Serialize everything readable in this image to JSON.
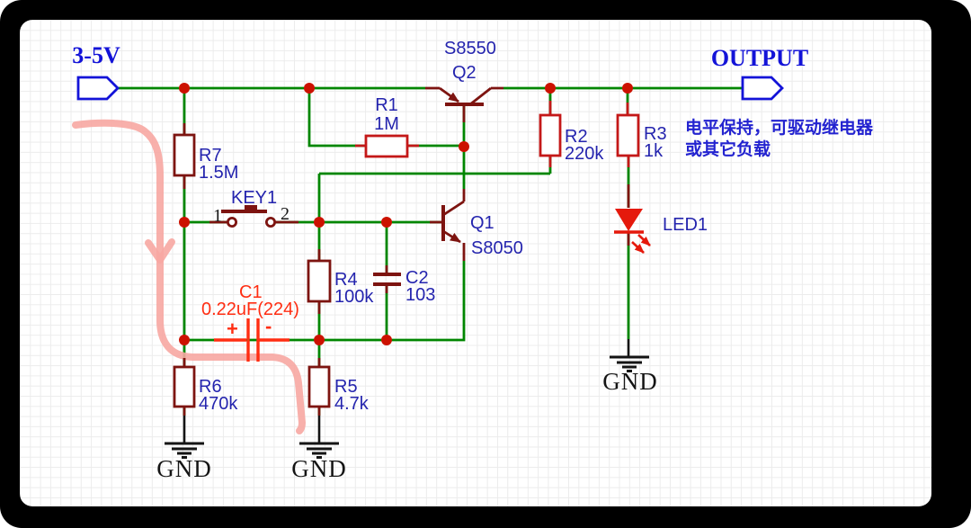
{
  "colors": {
    "wire": "#008600",
    "junction": "#cc1100",
    "component_dark": "#7d1410",
    "component_bright": "#c41818",
    "label_blue": "#2424ae",
    "port_blue": "#1313d8",
    "annotation_blue": "#2323d0",
    "c1_red": "#ff2d12",
    "led_red": "#e5190c",
    "pink_marker": "#f7a7a2",
    "black": "#141414"
  },
  "ports": {
    "input": {
      "label": "3-5V"
    },
    "output": {
      "label": "OUTPUT"
    }
  },
  "note": {
    "line1": "电平保持，可驱动继电器",
    "line2": "或其它负载"
  },
  "components": {
    "r1": {
      "ref": "R1",
      "value": "1M"
    },
    "r2": {
      "ref": "R2",
      "value": "220k"
    },
    "r3": {
      "ref": "R3",
      "value": "1k"
    },
    "r4": {
      "ref": "R4",
      "value": "100k"
    },
    "r5": {
      "ref": "R5",
      "value": "4.7k"
    },
    "r6": {
      "ref": "R6",
      "value": "470k"
    },
    "r7": {
      "ref": "R7",
      "value": "1.5M"
    },
    "c1": {
      "ref": "C1",
      "value": "0.22uF(224)",
      "plus": "+",
      "minus": "-"
    },
    "c2": {
      "ref": "C2",
      "value": "103"
    },
    "q1": {
      "ref": "Q1",
      "value": "S8050"
    },
    "q2": {
      "ref": "Q2",
      "value": "S8550"
    },
    "key1": {
      "ref": "KEY1",
      "pin1": "1",
      "pin2": "2"
    },
    "led1": {
      "ref": "LED1"
    }
  },
  "grounds": {
    "left": "GND",
    "middle": "GND",
    "right": "GND"
  }
}
